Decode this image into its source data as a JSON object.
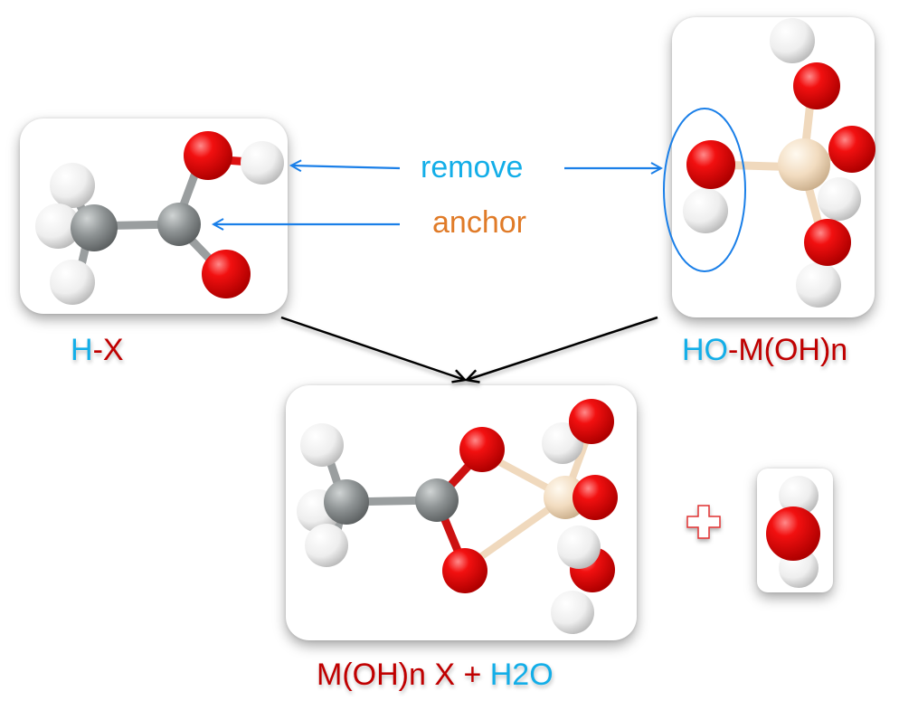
{
  "labels": {
    "reactant1": {
      "part1": "H",
      "part2": "-X"
    },
    "reactant2": {
      "part1": "HO",
      "part2": "-M(OH)n"
    },
    "product": {
      "part1": "M(OH)n X + ",
      "part2": "H2O"
    },
    "remove": "remove",
    "anchor": "anchor"
  },
  "colors": {
    "label_blue": "#13aee8",
    "label_red": "#c00000",
    "anchor_orange": "#e07b28",
    "arrow_blue": "#1a7fe8",
    "oxygen": "#ee1111",
    "hydrogen": "#f0f0f0",
    "carbon": "#8e9394",
    "metal": "#f2dcc0"
  },
  "molecules": {
    "acetic_acid": {
      "name": "H-X",
      "atoms": [
        "C",
        "C",
        "O",
        "O",
        "H",
        "H",
        "H",
        "H"
      ]
    },
    "metal_hydroxide": {
      "name": "HO-M(OH)n",
      "atoms": [
        "M",
        "O",
        "O",
        "O",
        "O",
        "H",
        "H",
        "H",
        "H"
      ]
    },
    "product_complex": {
      "name": "M(OH)n X",
      "atoms": [
        "C",
        "C",
        "O",
        "O",
        "M",
        "O",
        "O",
        "O",
        "H",
        "H",
        "H",
        "H",
        "H",
        "H"
      ]
    },
    "water": {
      "name": "H2O",
      "atoms": [
        "O",
        "H",
        "H"
      ]
    }
  },
  "plus_symbol": "+"
}
